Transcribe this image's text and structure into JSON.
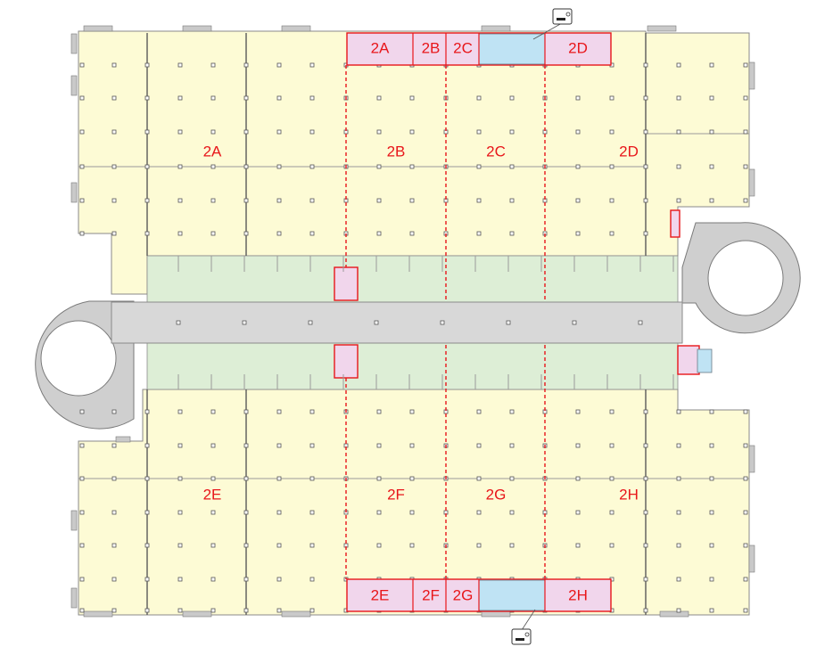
{
  "floor_plan": {
    "warehouse_zones": {
      "north": [
        "2A",
        "2B",
        "2C",
        "2D"
      ],
      "south": [
        "2E",
        "2F",
        "2G",
        "2H"
      ]
    },
    "office_zones": {
      "north": [
        "2A",
        "2B",
        "2C",
        "2D"
      ],
      "south": [
        "2E",
        "2F",
        "2G",
        "2H"
      ]
    },
    "colors": {
      "warehouse": "#fdfbd5",
      "berth": "#ddeed6",
      "driveway": "#d8d8d8",
      "office": "#f1d6ec",
      "core": "#bfe3f4",
      "division_line": "#e8161a",
      "label": "#e8161a"
    },
    "icons": [
      "smoking-area-icon",
      "smoking-area-icon"
    ]
  }
}
